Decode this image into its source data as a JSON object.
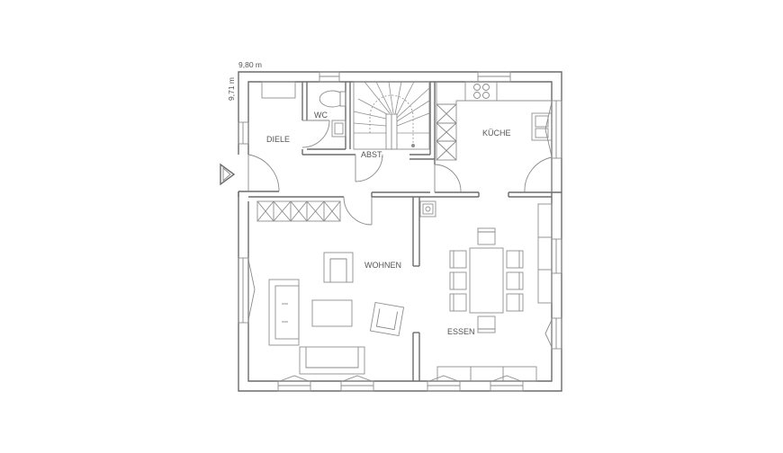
{
  "dimensions": {
    "width": "9,80 m",
    "depth": "9,71 m"
  },
  "rooms": {
    "diele": "DIELE",
    "wc": "WC",
    "abst": "ABST.",
    "kueche": "KÜCHE",
    "wohnen": "WOHNEN",
    "essen": "ESSEN"
  },
  "colors": {
    "line": "#6b6b6b",
    "background": "#ffffff"
  },
  "icons": {
    "entrance": "entrance-arrow-icon"
  }
}
